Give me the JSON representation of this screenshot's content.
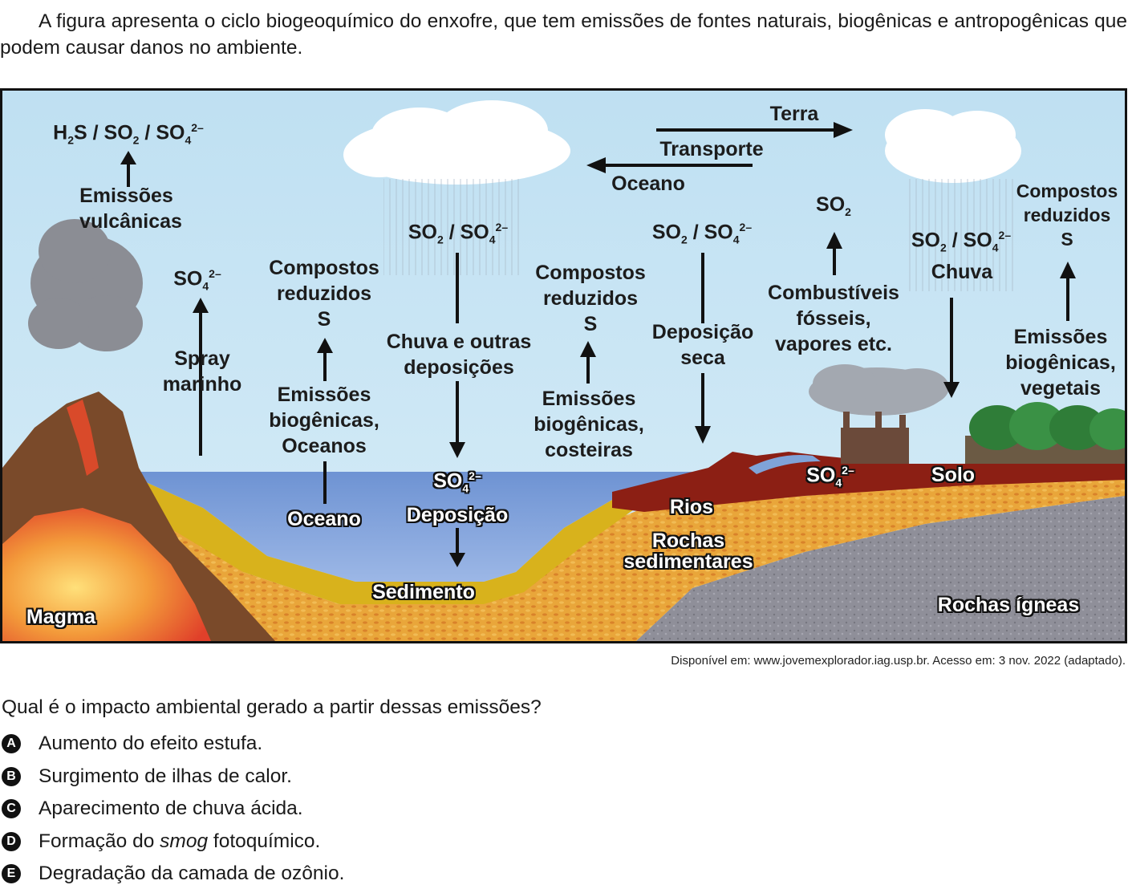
{
  "intro": "A figura apresenta o ciclo biogeoquímico do enxofre, que tem emissões de fontes naturais, biogênicas e antropogênicas que podem causar danos no ambiente.",
  "figure": {
    "volcano_top": {
      "sym1": "H",
      "sub1": "2",
      "sym2": "S / SO",
      "sub2": "2",
      "sym3": " / SO",
      "sub3": "4",
      "sup3": "2–"
    },
    "volcanic_emissions": [
      "Emissões",
      "vulcânicas"
    ],
    "spray_formula": {
      "sym": "SO",
      "sub": "4",
      "sup": "2–"
    },
    "spray_label": [
      "Spray",
      "marinho"
    ],
    "ocean_reduced": [
      "Compostos",
      "reduzidos",
      "S"
    ],
    "ocean_biogenic": [
      "Emissões",
      "biogênicas,",
      "Oceanos"
    ],
    "ocean_label": "Oceano",
    "rain_formula": {
      "sym1": "SO",
      "sub1": "2",
      "sym2": " / SO",
      "sub2": "4",
      "sup2": "2–"
    },
    "rain_label": [
      "Chuva e outras",
      "deposições"
    ],
    "deposition_formula": {
      "sym": "SO",
      "sub": "4",
      "sup": "2–"
    },
    "deposition_label": "Deposição",
    "sediment_label": "Sedimento",
    "coastal_reduced": [
      "Compostos",
      "reduzidos",
      "S"
    ],
    "coastal_biogenic": [
      "Emissões",
      "biogênicas,",
      "costeiras"
    ],
    "transport": {
      "land": "Terra",
      "label": "Transporte",
      "ocean": "Oceano"
    },
    "dry_formula": {
      "sym1": "SO",
      "sub1": "2",
      "sym2": " / SO",
      "sub2": "4",
      "sup2": "2–"
    },
    "dry_label": [
      "Deposição",
      "seca"
    ],
    "rivers_label": "Rios",
    "sedimentary_label": [
      "Rochas",
      "sedimentares"
    ],
    "fuel_formula": {
      "sym": "SO",
      "sub": "2"
    },
    "fuel_label": [
      "Combustíveis",
      "fósseis,",
      "vapores etc."
    ],
    "soil_formula": {
      "sym": "SO",
      "sub": "4",
      "sup": "2–"
    },
    "soil_label": "Solo",
    "land_rain_formula": {
      "sym1": "SO",
      "sub1": "2",
      "sym2": " / SO",
      "sub2": "4",
      "sup2": "2–"
    },
    "land_rain_label": "Chuva",
    "veg_reduced": [
      "Compostos",
      "reduzidos",
      "S"
    ],
    "veg_biogenic": [
      "Emissões",
      "biogênicas,",
      "vegetais"
    ],
    "igneous_label": "Rochas ígneas",
    "magma_label": "Magma"
  },
  "source": "Disponível em: www.jovemexplorador.iag.usp.br. Acesso em: 3 nov. 2022 (adaptado).",
  "question": "Qual é o impacto ambiental gerado a partir dessas emissões?",
  "options": [
    {
      "letter": "A",
      "text": "Aumento do efeito estufa."
    },
    {
      "letter": "B",
      "text": "Surgimento de ilhas de calor."
    },
    {
      "letter": "C",
      "text": "Aparecimento de chuva ácida."
    },
    {
      "letter": "D",
      "pre": "Formação do ",
      "em": "smog",
      "post": " fotoquímico."
    },
    {
      "letter": "E",
      "text": "Degradação da camada de ozônio."
    }
  ]
}
